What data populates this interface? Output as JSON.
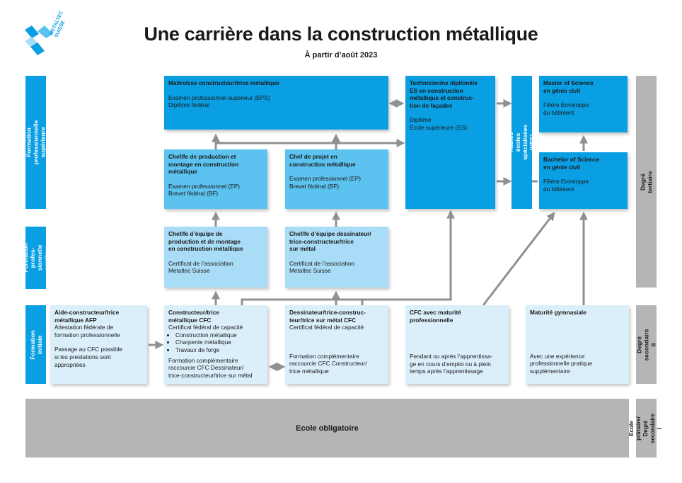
{
  "logo": {
    "text": "METALTEC\nSUISSE"
  },
  "title": "Une carrière dans la construction métallique",
  "subtitle": "À partir d’août 2023",
  "left_labels": {
    "superieure": "Formation professionnelle\nsupérieure",
    "continue": "Formation profes-\nsionnelle continue",
    "initiale": "Formation initiale"
  },
  "right_labels": {
    "tertiaire": "Degré tertiaire",
    "secondaire2": "Degré secondaire II",
    "primaire": "Ecole primaire/\nDegré secondaire I"
  },
  "hes_label": "Hautes écoles spécialisées (HES)",
  "boxes": {
    "maitre": {
      "title": "Maître/sse constructeur/trice métallique",
      "l1": "Examen professionnel supérieur (EPS)",
      "l2": "Diplôme fédéral"
    },
    "technicien": {
      "title": "Technicien/ne diplômé/e\nES en construction\nmétallique et construc-\ntion de façades",
      "l1": "Diplôme",
      "l2": "Ecole supérieure (ES)"
    },
    "master": {
      "title": "Master of Science\nen génie civil",
      "l1": "Filière Enveloppe\ndu bâtiment"
    },
    "chef_prod": {
      "title": "Chef/fe de production et\nmontage en construction\nmétallique",
      "l1": "Examen professionnel (EP)",
      "l2": "Brevet fédéral (BF)"
    },
    "chef_projet": {
      "title": "Chef de projet en\nconstruction métallique",
      "l1": "Examen professionnel (EP)",
      "l2": "Brevet fédéral (BF)"
    },
    "bachelor": {
      "title": "Bachelor of Science\nen génie civil",
      "l1": "Filière Enveloppe\ndu bâtiment"
    },
    "chef_eq_prod": {
      "title": "Chef/fe d’équipe de\nproduction et de montage\nen construction métallique",
      "l1": "Certificat de l’association\nMetaltec Suisse"
    },
    "chef_eq_dess": {
      "title": "Chef/fe d’équipe dessinateur/\ntrice-constructeur/trice\nsur métal",
      "l1": "Certificat de l’association\nMetaltec Suisse"
    },
    "aide": {
      "title": "Aide-constructeur/trice\nmétallique AFP",
      "l1": "Attestation fédérale de\nformation professionnelle",
      "l2": "Passage au CFC possible\nsi les prestations sont\nappropriées"
    },
    "constructeur": {
      "title": "Constructeur/trice\nmétallique CFC",
      "l1": "Certificat fédéral de capacité",
      "bullets": [
        "Construction métallique",
        "Charpente métallique",
        "Travaux de forge"
      ],
      "l2": "Formation complémentaire\nraccourcie CFC Dessinateur/\ntrice-constructeur/trice sur métal"
    },
    "dessinateur": {
      "title": "Dessinateur/trice-construc-\nteur/trice sur métal CFC",
      "l1": "Certificat fédéral de capacité",
      "l2": "Formation complémentaire\nraccourcie CFC Constructeur/\ntrice métallique"
    },
    "cfc_maturite": {
      "title": "CFC avec maturité\nprofessionnelle",
      "l1": "Pendant ou après l’apprentissa-\nge en cours d’emploi ou à plein\ntemps après l’apprentissage"
    },
    "maturite_gym": {
      "title": "Maturité gymnasiale",
      "l1": "Avec une expérience\nprofessionnelle pratique\nsupplémentaire"
    }
  },
  "ecole": "Ecole obligatoire",
  "colors": {
    "dark": "#0a9fe3",
    "medium": "#5cc2ef",
    "light": "#a9dcf6",
    "pale": "#dbeffb",
    "grey": "#b4b5b7",
    "arrow": "#8e9092"
  }
}
